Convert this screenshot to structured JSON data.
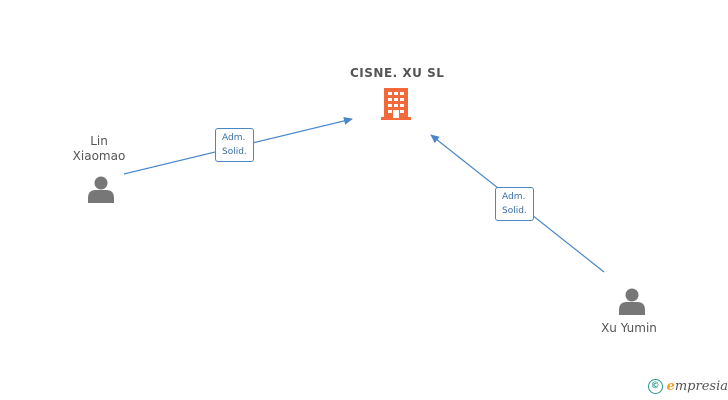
{
  "company": {
    "name": "CISNE. XU SL",
    "icon": "building-icon",
    "color": "#f26a3c"
  },
  "persons": [
    {
      "id": "lin",
      "name": "Lin\nXiaomao",
      "icon": "person-icon"
    },
    {
      "id": "xu",
      "name": "Xu Yumin",
      "icon": "person-icon"
    }
  ],
  "edges": [
    {
      "from": "lin",
      "to": "company",
      "label": "Adm.\nSolid."
    },
    {
      "from": "xu",
      "to": "company",
      "label": "Adm.\nSolid."
    }
  ],
  "colors": {
    "edge": "#4a86c8",
    "person": "#777777"
  },
  "watermark": {
    "symbol": "©",
    "brand_initial": "e",
    "brand_rest": "mpresia"
  }
}
